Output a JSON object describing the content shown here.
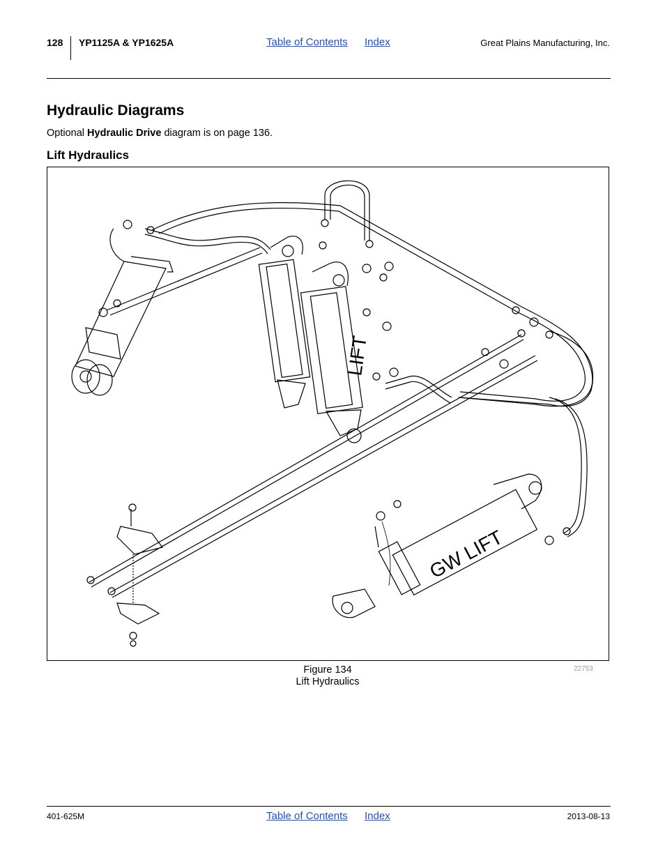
{
  "header": {
    "page_number": "128",
    "model": "YP1125A & YP1625A",
    "toc_link": "Table of Contents",
    "index_link": "Index",
    "company": "Great Plains Manufacturing, Inc."
  },
  "section": {
    "title": "Hydraulic Diagrams",
    "intro_prefix": "Optional ",
    "intro_bold": "Hydraulic Drive",
    "intro_suffix": " diagram is on page 136."
  },
  "subsection": {
    "title": "Lift Hydraulics"
  },
  "figure": {
    "cylinder_label_1": "LIFT",
    "cylinder_label_2": "GW LIFT",
    "number": "Figure 134",
    "caption": "Lift Hydraulics",
    "part_id": "22753"
  },
  "footer": {
    "doc_number": "401-625M",
    "toc_link": "Table of Contents",
    "index_link": "Index",
    "date": "2013-08-13"
  }
}
